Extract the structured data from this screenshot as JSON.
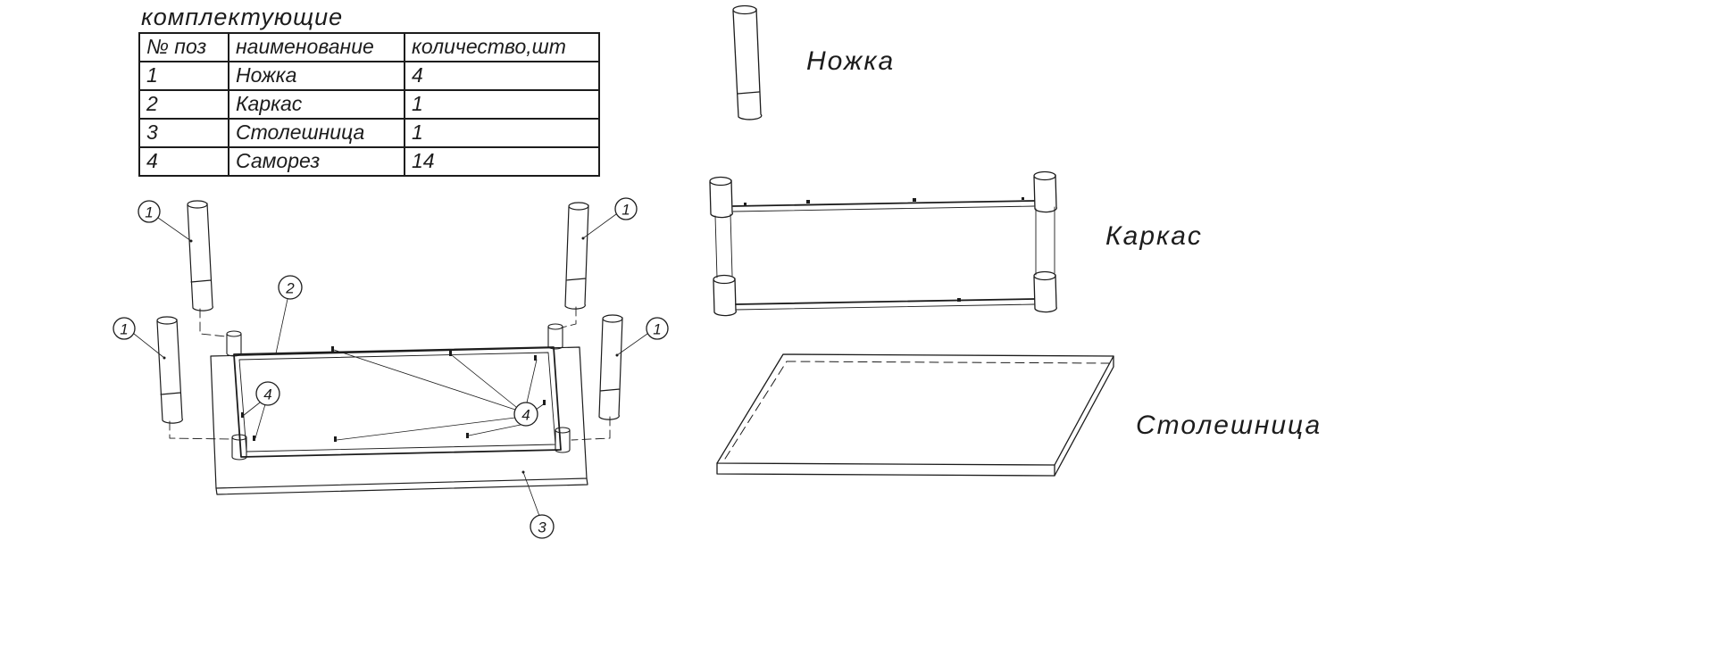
{
  "title": "комплектующие",
  "parts_table": {
    "headers": {
      "pos": "№  поз",
      "name": "наименование",
      "qty": "количество,шт"
    },
    "rows": [
      {
        "pos": "1",
        "name": "Ножка",
        "qty": "4"
      },
      {
        "pos": "2",
        "name": "Каркас",
        "qty": "1"
      },
      {
        "pos": "3",
        "name": "Столешница",
        "qty": "1"
      },
      {
        "pos": "4",
        "name": "Саморез",
        "qty": "14"
      }
    ]
  },
  "balloons": {
    "leg": "1",
    "frame": "2",
    "tabletop": "3",
    "screw": "4"
  },
  "part_labels": {
    "leg": "Ножка",
    "frame": "Каркас",
    "tabletop": "Столешница"
  },
  "colors": {
    "line": "#1c1c1c",
    "background": "#ffffff"
  }
}
